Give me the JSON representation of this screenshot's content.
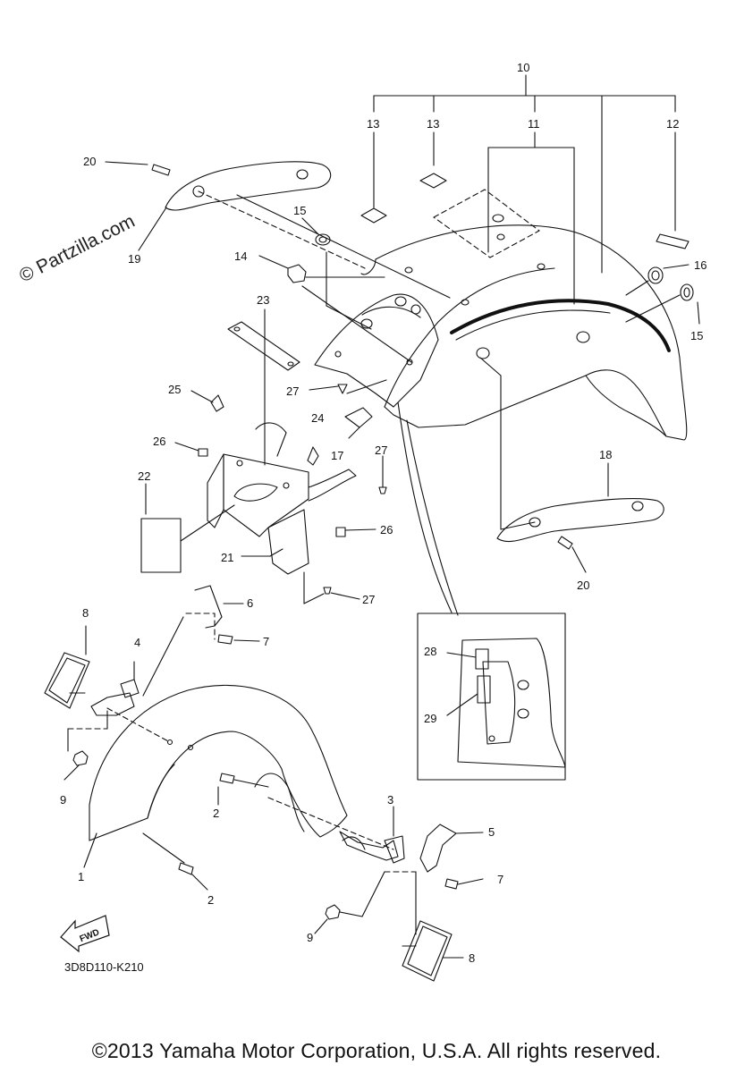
{
  "watermark": "© Partzilla.com",
  "diagram_code": "3D8D110-K210",
  "copyright": "©2013 Yamaha Motor Corporation, U.S.A. All rights reserved.",
  "fwd_label": "FWD",
  "callouts": {
    "c1": "1",
    "c2a": "2",
    "c2b": "2",
    "c3": "3",
    "c4": "4",
    "c5": "5",
    "c6": "6",
    "c7a": "7",
    "c7b": "7",
    "c8a": "8",
    "c8b": "8",
    "c9a": "9",
    "c9b": "9",
    "c10": "10",
    "c11": "11",
    "c12": "12",
    "c13a": "13",
    "c13b": "13",
    "c14": "14",
    "c15a": "15",
    "c15b": "15",
    "c16": "16",
    "c17": "17",
    "c18": "18",
    "c19": "19",
    "c20a": "20",
    "c20b": "20",
    "c21": "21",
    "c22": "22",
    "c23": "23",
    "c24": "24",
    "c25": "25",
    "c26a": "26",
    "c26b": "26",
    "c27a": "27",
    "c27b": "27",
    "c27c": "27",
    "c28": "28",
    "c29": "29"
  }
}
